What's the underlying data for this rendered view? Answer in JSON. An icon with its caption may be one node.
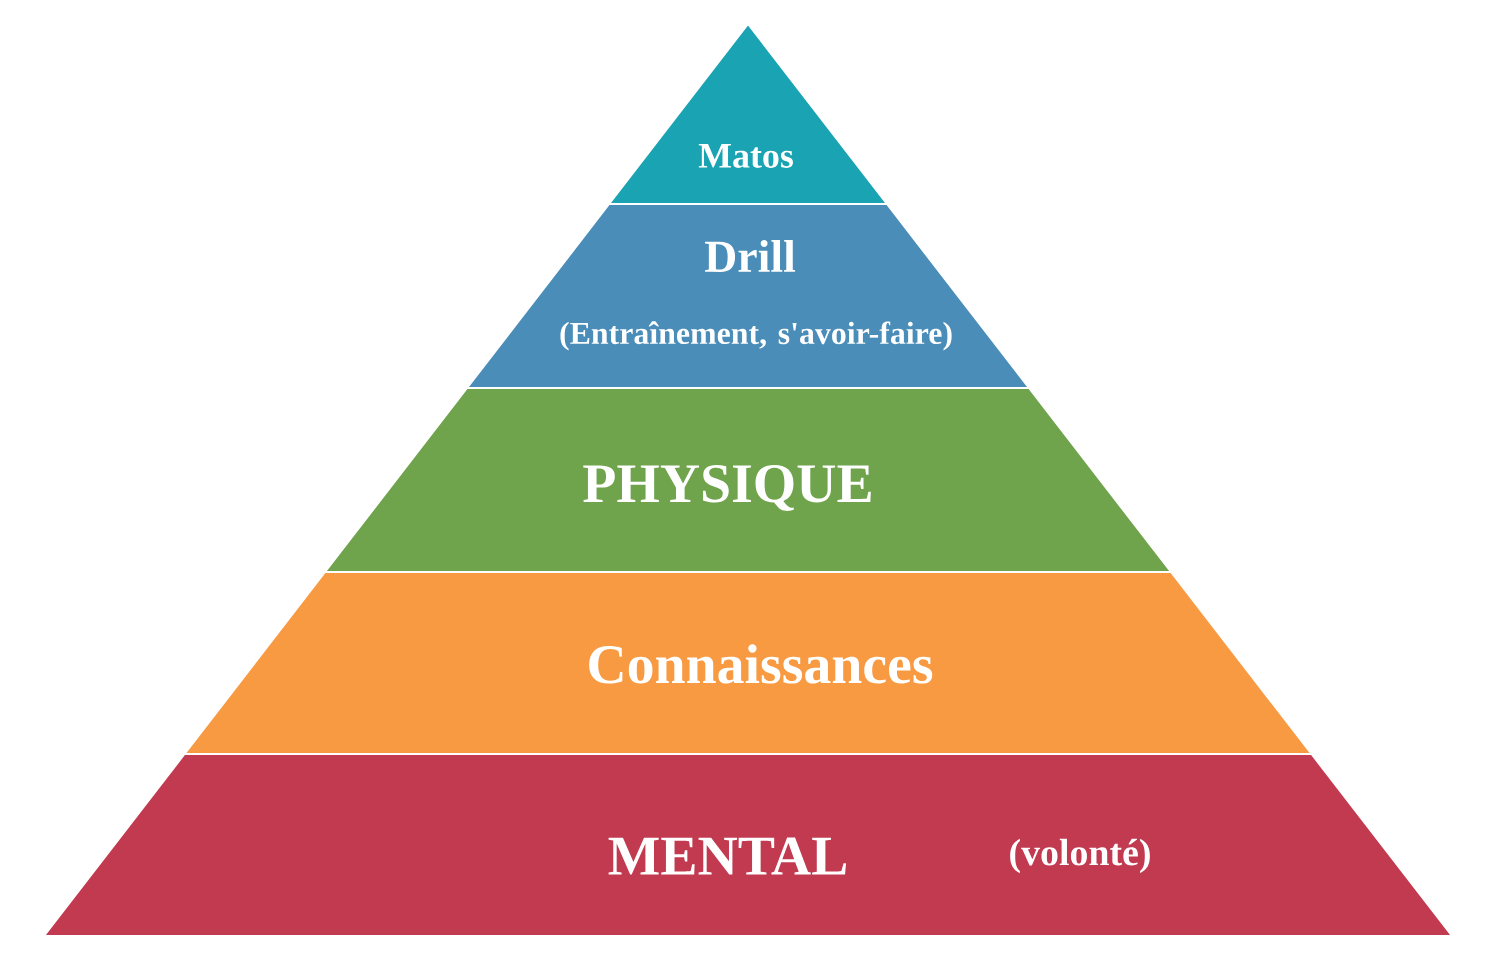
{
  "diagram": {
    "nodes": [
      {
        "text": [
          "Matos"
        ]
      },
      {
        "text": [
          "Drill",
          "(Entraînement, s'avoir-faire)"
        ]
      },
      {
        "text": [
          "PHYSIQUE"
        ]
      },
      {
        "text": [
          "Connaissances"
        ]
      },
      {
        "text": [
          "MENTAL",
          "(volonté)"
        ]
      }
    ]
  }
}
